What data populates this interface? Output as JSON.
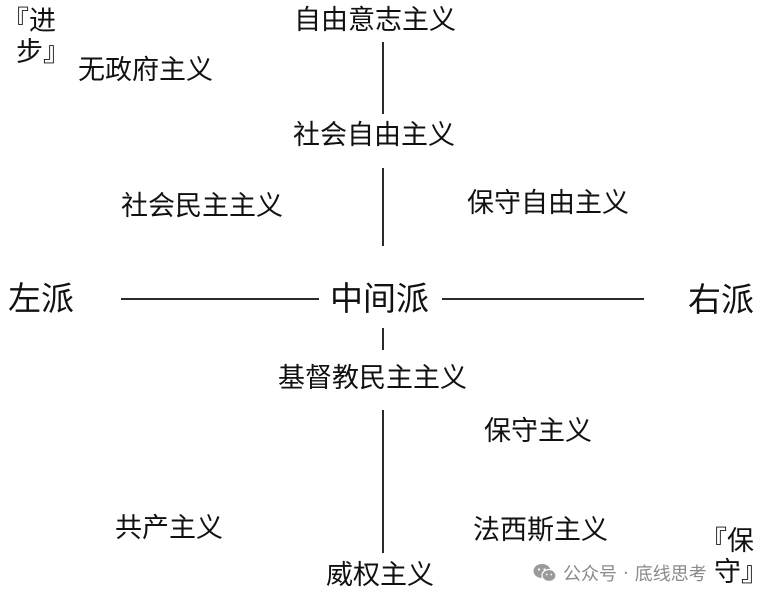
{
  "diagram": {
    "corner_progressive": {
      "line1": "『进",
      "line2": "步』"
    },
    "corner_conservative": {
      "line1": "『保",
      "line2": "守』"
    },
    "axis": {
      "left": "左派",
      "center": "中间派",
      "right": "右派"
    },
    "ideologies": {
      "libertarianism": "自由意志主义",
      "anarchism": "无政府主义",
      "social_liberalism": "社会自由主义",
      "social_democracy": "社会民主主义",
      "conservative_liberalism": "保守自由主义",
      "christian_democracy": "基督教民主主义",
      "conservatism": "保守主义",
      "communism": "共产主义",
      "fascism": "法西斯主义",
      "authoritarianism": "威权主义"
    }
  },
  "watermark": {
    "platform": "公众号",
    "separator": "·",
    "account": "底线思考",
    "icon": "wechat-icon"
  }
}
